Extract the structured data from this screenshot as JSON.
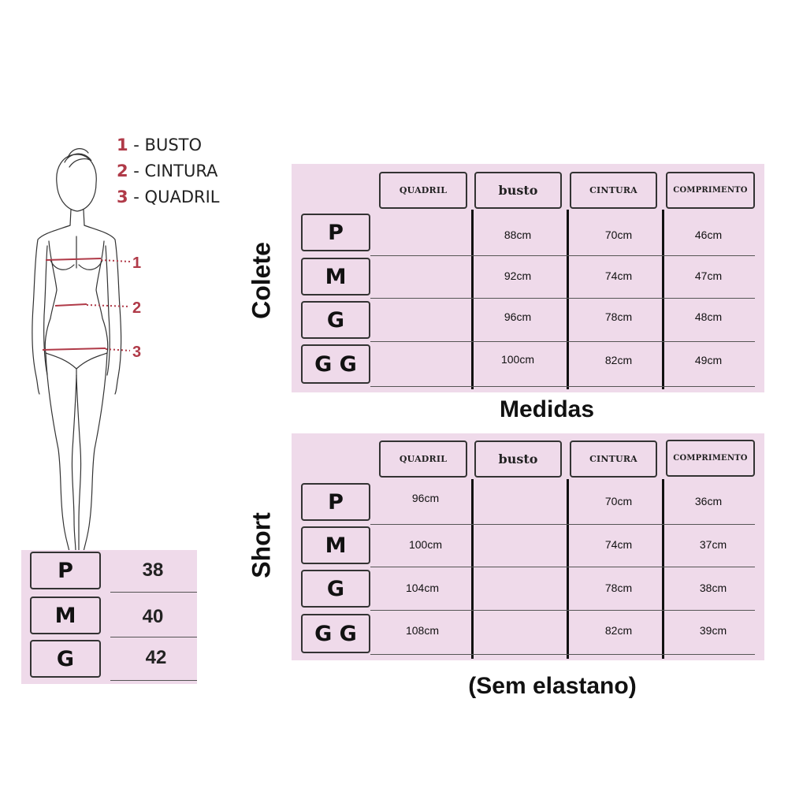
{
  "legend": [
    {
      "num": "1",
      "label": " - BUSTO"
    },
    {
      "num": "2",
      "label": " - CINTURA"
    },
    {
      "num": "3",
      "label": " - QUADRIL"
    }
  ],
  "figure_markers": [
    "1",
    "2",
    "3"
  ],
  "shoe_sizes": [
    {
      "size": "P",
      "value": "38"
    },
    {
      "size": "M",
      "value": "40"
    },
    {
      "size": "G",
      "value": "42"
    }
  ],
  "colete": {
    "label": "Colete",
    "headers": [
      "QUADRIL",
      "busto",
      "CINTURA",
      "COMPRIMENTO"
    ],
    "rows": [
      {
        "size": "P",
        "cells": [
          "",
          "88cm",
          "70cm",
          "46cm"
        ]
      },
      {
        "size": "M",
        "cells": [
          "",
          "92cm",
          "74cm",
          "47cm"
        ]
      },
      {
        "size": "G",
        "cells": [
          "",
          "96cm",
          "78cm",
          "48cm"
        ]
      },
      {
        "size": "G G",
        "cells": [
          "",
          "100cm",
          "82cm",
          "49cm"
        ]
      }
    ]
  },
  "medidas": "Medidas",
  "short": {
    "label": "Short",
    "headers": [
      "QUADRIL",
      "busto",
      "CINTURA",
      "COMPRIMENTO"
    ],
    "rows": [
      {
        "size": "P",
        "cells": [
          "96cm",
          "",
          "70cm",
          "36cm"
        ]
      },
      {
        "size": "M",
        "cells": [
          "100cm",
          "",
          "74cm",
          "37cm"
        ]
      },
      {
        "size": "G",
        "cells": [
          "104cm",
          "",
          "78cm",
          "38cm"
        ]
      },
      {
        "size": "G G",
        "cells": [
          "108cm",
          "",
          "82cm",
          "39cm"
        ]
      }
    ]
  },
  "note": "(Sem elastano)",
  "colors": {
    "panel": "#efdaea",
    "accent": "#b03a48"
  }
}
